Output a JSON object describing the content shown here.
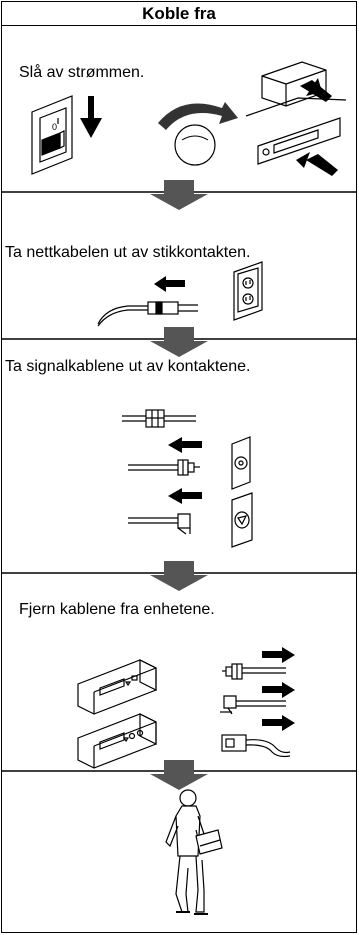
{
  "title": "Koble fra",
  "steps": [
    {
      "text": "Slå av strømmen."
    },
    {
      "text": "Ta nettkabelen ut av stikkontakten."
    },
    {
      "text": "Ta signalkablene ut av kontaktene."
    },
    {
      "text": "Fjern kablene fra enhetene."
    }
  ],
  "switch_label": "0"
}
